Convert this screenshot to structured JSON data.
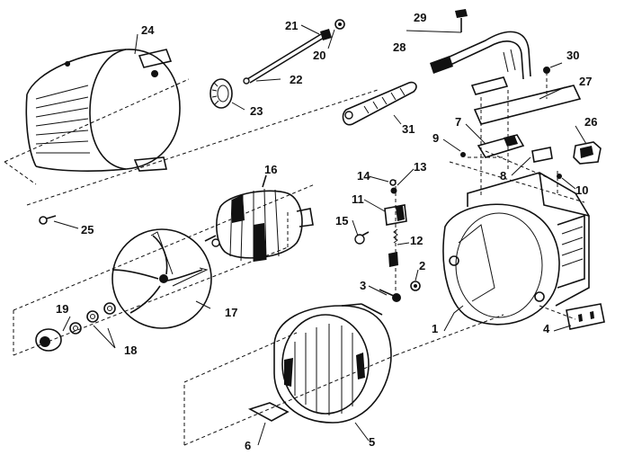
{
  "diagram": {
    "part_labels": [
      "1",
      "2",
      "3",
      "4",
      "5",
      "6",
      "7",
      "8",
      "9",
      "10",
      "11",
      "12",
      "13",
      "14",
      "15",
      "16",
      "17",
      "18",
      "19",
      "20",
      "21",
      "22",
      "23",
      "24",
      "25",
      "26",
      "27",
      "28",
      "29",
      "30",
      "31"
    ]
  }
}
